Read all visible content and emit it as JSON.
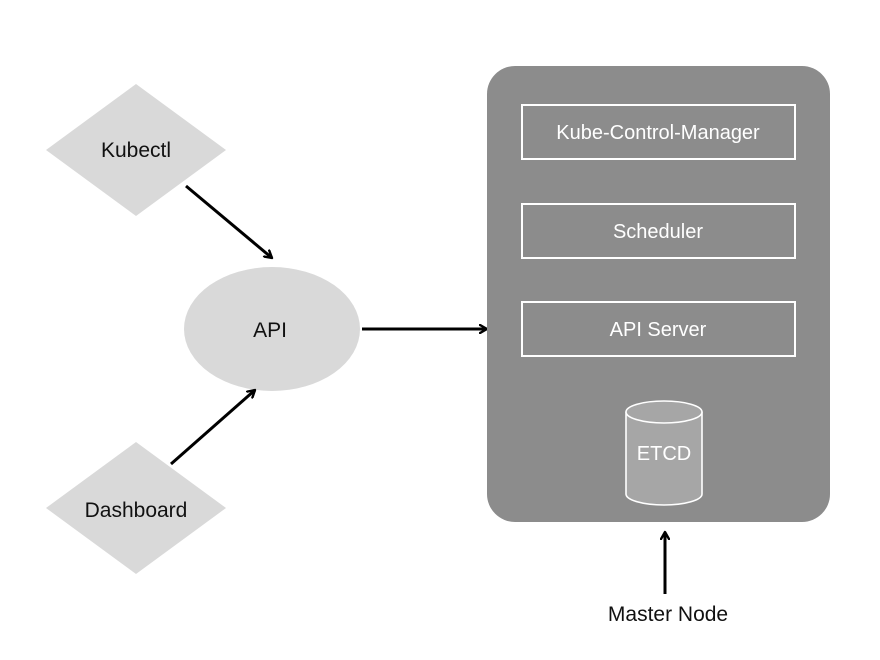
{
  "nodes": {
    "kubectl": "Kubectl",
    "dashboard": "Dashboard",
    "api": "API",
    "master_components": {
      "kube_control_manager": "Kube-Control-Manager",
      "scheduler": "Scheduler",
      "api_server": "API Server"
    },
    "etcd": "ETCD"
  },
  "caption": "Master Node",
  "colors": {
    "background": "#ffffff",
    "shape_fill": "#d9d9d9",
    "master_fill": "#8c8c8c",
    "component_border": "#ffffff",
    "cylinder_fill": "#a6a6a6",
    "arrow": "#000000",
    "dark_text": "#111111",
    "light_text": "#ffffff"
  }
}
